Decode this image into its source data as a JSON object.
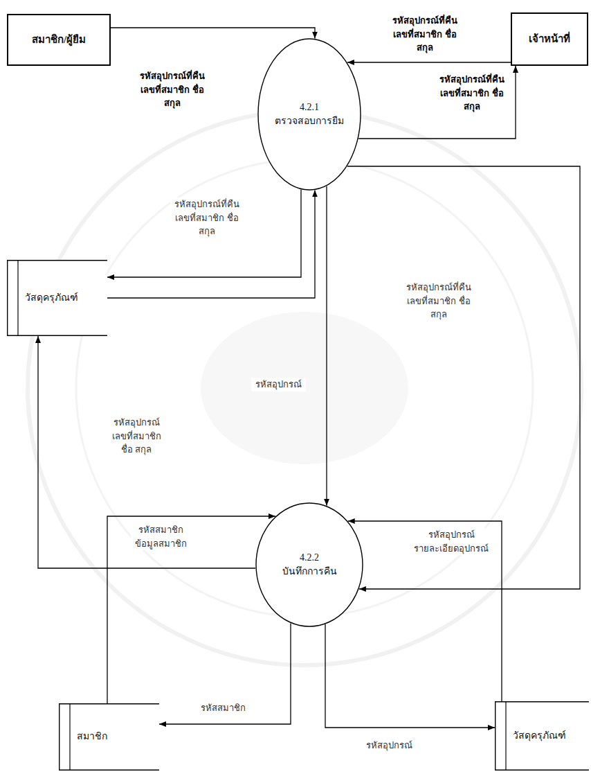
{
  "diagram": {
    "nodes": [
      {
        "text": [
          "สมาชิก/ผู้ยืม"
        ]
      },
      {
        "text": [
          "เจ้าหน้าที่"
        ]
      },
      {
        "text": [
          "4.2.1",
          "ตรวจสอบการยืม"
        ]
      },
      {
        "text": [
          "วัสดุครุภัณฑ์"
        ]
      },
      {
        "text": [
          "4.2.2",
          "บันทึกการคืน"
        ]
      },
      {
        "text": [
          "สมาชิก"
        ]
      },
      {
        "text": [
          "วัสดุครุภัณฑ์"
        ]
      }
    ],
    "edges": [
      {
        "from": 0,
        "to": 2,
        "label": "รหัสอุปกรณ์ที่คืน เลขที่สมาชิก ชื่อ สกุล",
        "arrow": "to"
      },
      {
        "from": 1,
        "to": 2,
        "label": "รหัสอุปกรณ์ที่คืน เลขที่สมาชิก ชื่อ สกุล",
        "arrow": "to"
      },
      {
        "from": 2,
        "to": 1,
        "label": "รหัสอุปกรณ์ที่คืน เลขที่สมาชิก ชื่อ สกุล",
        "arrow": "to"
      },
      {
        "from": 2,
        "to": 3,
        "label": "รหัสอุปกรณ์ที่คืน เลขที่สมาชิก ชื่อ สกุล",
        "arrow": "to"
      },
      {
        "from": 3,
        "to": 2,
        "arrow": "to"
      },
      {
        "from": 2,
        "to": 4,
        "label": "รหัสอุปกรณ์",
        "arrow": "to"
      },
      {
        "from": 2,
        "to": 4,
        "label": "รหัสอุปกรณ์ที่คืน เลขที่สมาชิก ชื่อ สกุล",
        "arrow": "to"
      },
      {
        "from": 4,
        "to": 3,
        "label": "รหัสอุปกรณ์ เลขที่สมาชิก ชื่อ สกุล",
        "arrow": "to"
      },
      {
        "from": 5,
        "to": 4,
        "label": "รหัสสมาชิก ข้อมูลสมาชิก",
        "arrow": "to"
      },
      {
        "from": 4,
        "to": 5,
        "label": "รหัสสมาชิก",
        "arrow": "to"
      },
      {
        "from": 6,
        "to": 4,
        "label": "รหัสอุปกรณ์ รายละเอียดอุปกรณ์",
        "arrow": "to"
      },
      {
        "from": 4,
        "to": 6,
        "label": "รหัสอุปกรณ์",
        "arrow": "to"
      }
    ]
  }
}
